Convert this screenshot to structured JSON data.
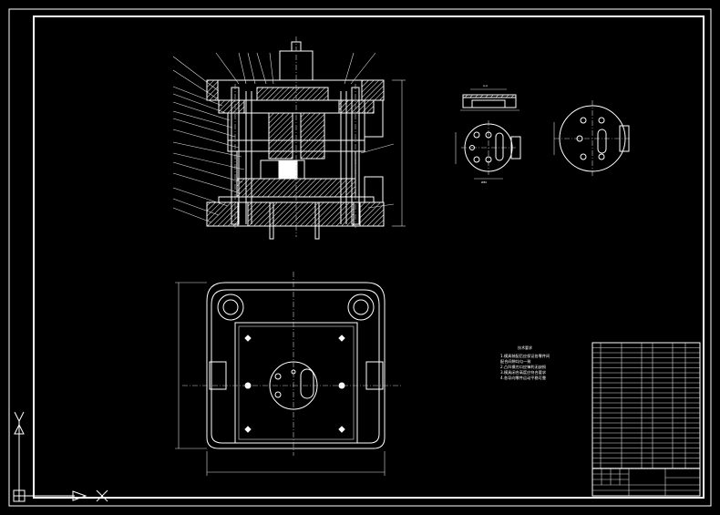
{
  "drawing": {
    "notes_title": "技术要求",
    "notes": [
      "1.模具装配后应保证各零件间",
      "  配合间隙均匀一致",
      "2.凸凹模刃口应锋利无缺损",
      "3.模具闭合高度应符合要求",
      "4.各导向零件运动平稳可靠"
    ],
    "section_label_a": "A-A",
    "dimension_label": "Ø80"
  },
  "colors": {
    "background": "#000000",
    "linework": "#ffffff"
  },
  "icons": {
    "ucs_y_axis": "y-axis-arrow-icon",
    "ucs_origin": "ucs-origin-icon",
    "ucs_x_axis": "x-axis-arrow-icon",
    "cursor": "crosshair-icon"
  }
}
